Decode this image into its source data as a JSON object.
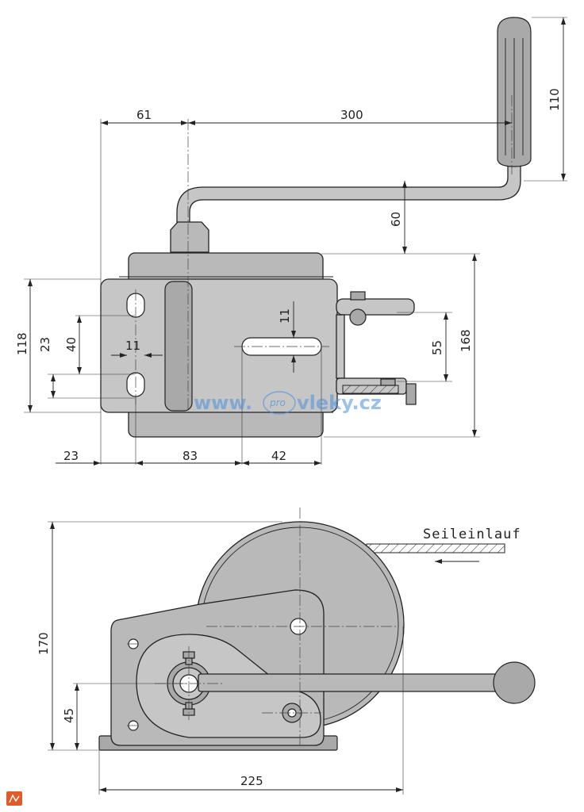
{
  "top_view": {
    "dimensions": {
      "d61": "61",
      "d300": "300",
      "d110": "110",
      "d60": "60",
      "d118": "118",
      "d23_left": "23",
      "d40": "40",
      "d11_left": "11",
      "d11_top": "11",
      "d55": "55",
      "d168": "168",
      "d23_bottom": "23",
      "d83": "83",
      "d42": "42"
    }
  },
  "watermark": {
    "prefix": "www.",
    "middle": "pro",
    "suffix": "vleky.cz"
  },
  "side_view": {
    "label": "Seileinlauf",
    "dimensions": {
      "d170": "170",
      "d45": "45",
      "d225": "225"
    }
  },
  "colors": {
    "part_fill": "#b9b9b9",
    "line": "#222222",
    "watermark": "#4a90d9"
  }
}
